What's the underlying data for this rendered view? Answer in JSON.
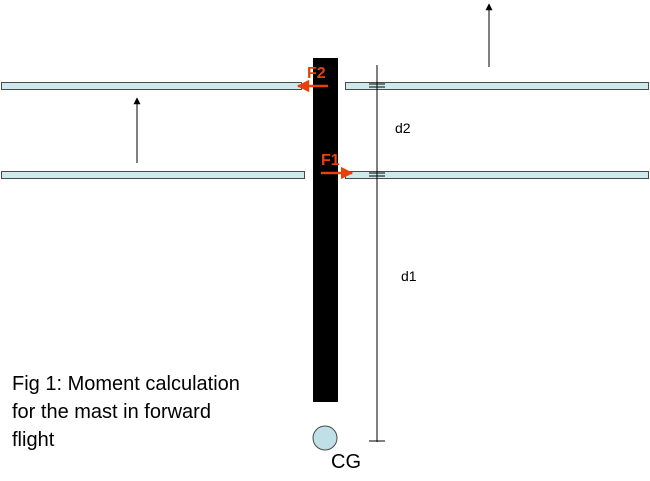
{
  "labels": {
    "f2": "F2",
    "f1": "F1",
    "d2": "d2",
    "d1": "d1",
    "cg": "CG"
  },
  "caption": {
    "line1": "Fig 1: Moment calculation",
    "line2": "for the mast in forward",
    "line3": "flight"
  },
  "colors": {
    "wing_fill": "#cde9ec",
    "wing_stroke": "#4a4a4a",
    "mast": "#000000",
    "force": "#e8400c",
    "cg_fill": "#bfe0e6"
  }
}
